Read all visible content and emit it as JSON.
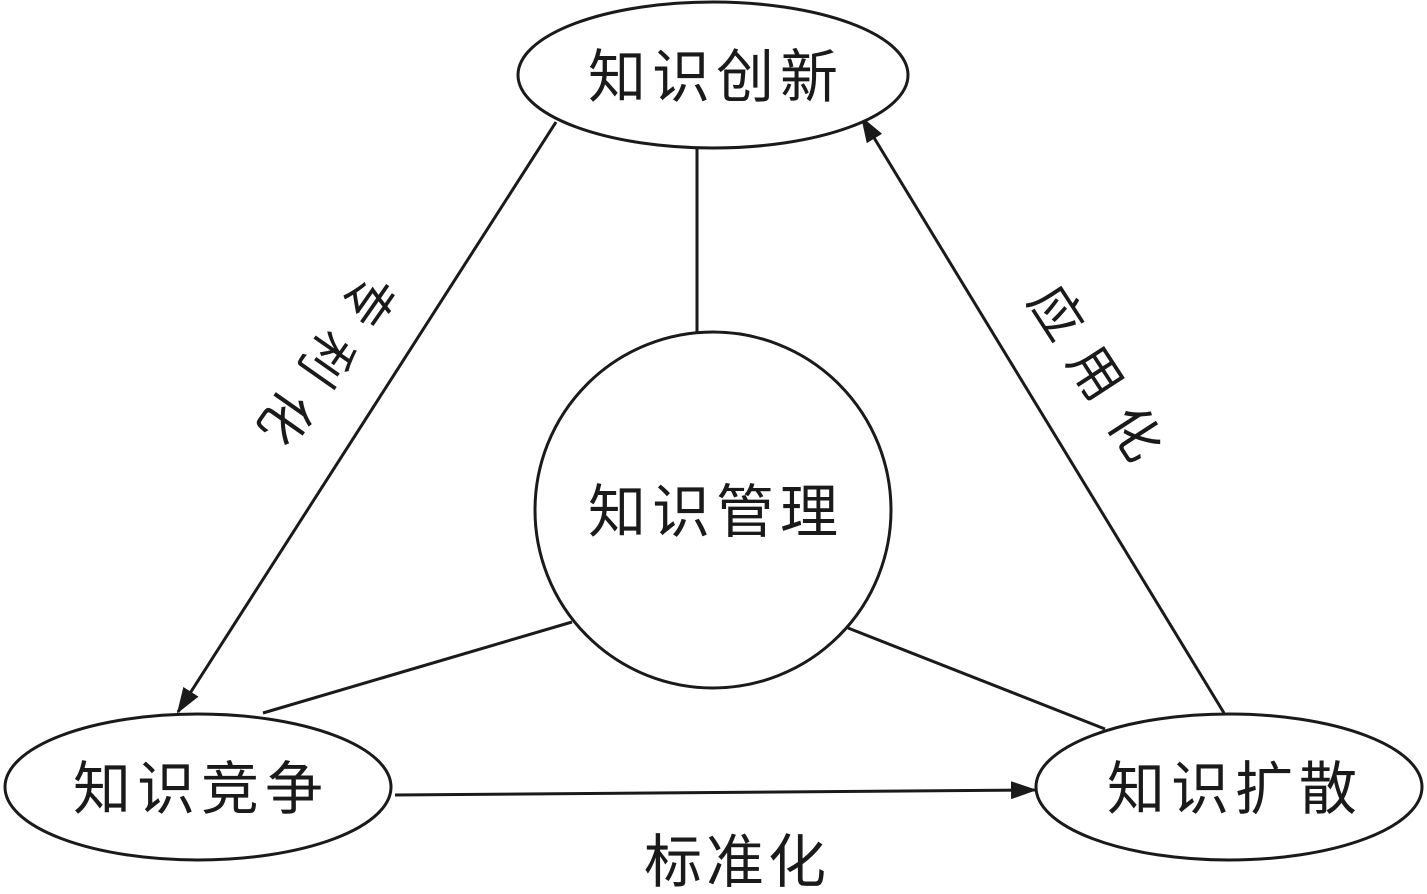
{
  "nodes": {
    "innovation": "知识创新",
    "management": "知识管理",
    "competition": "知识竞争",
    "diffusion": "知识扩散"
  },
  "edges": {
    "patenting": "专利化",
    "application": "应用化",
    "standardization": "标准化"
  }
}
